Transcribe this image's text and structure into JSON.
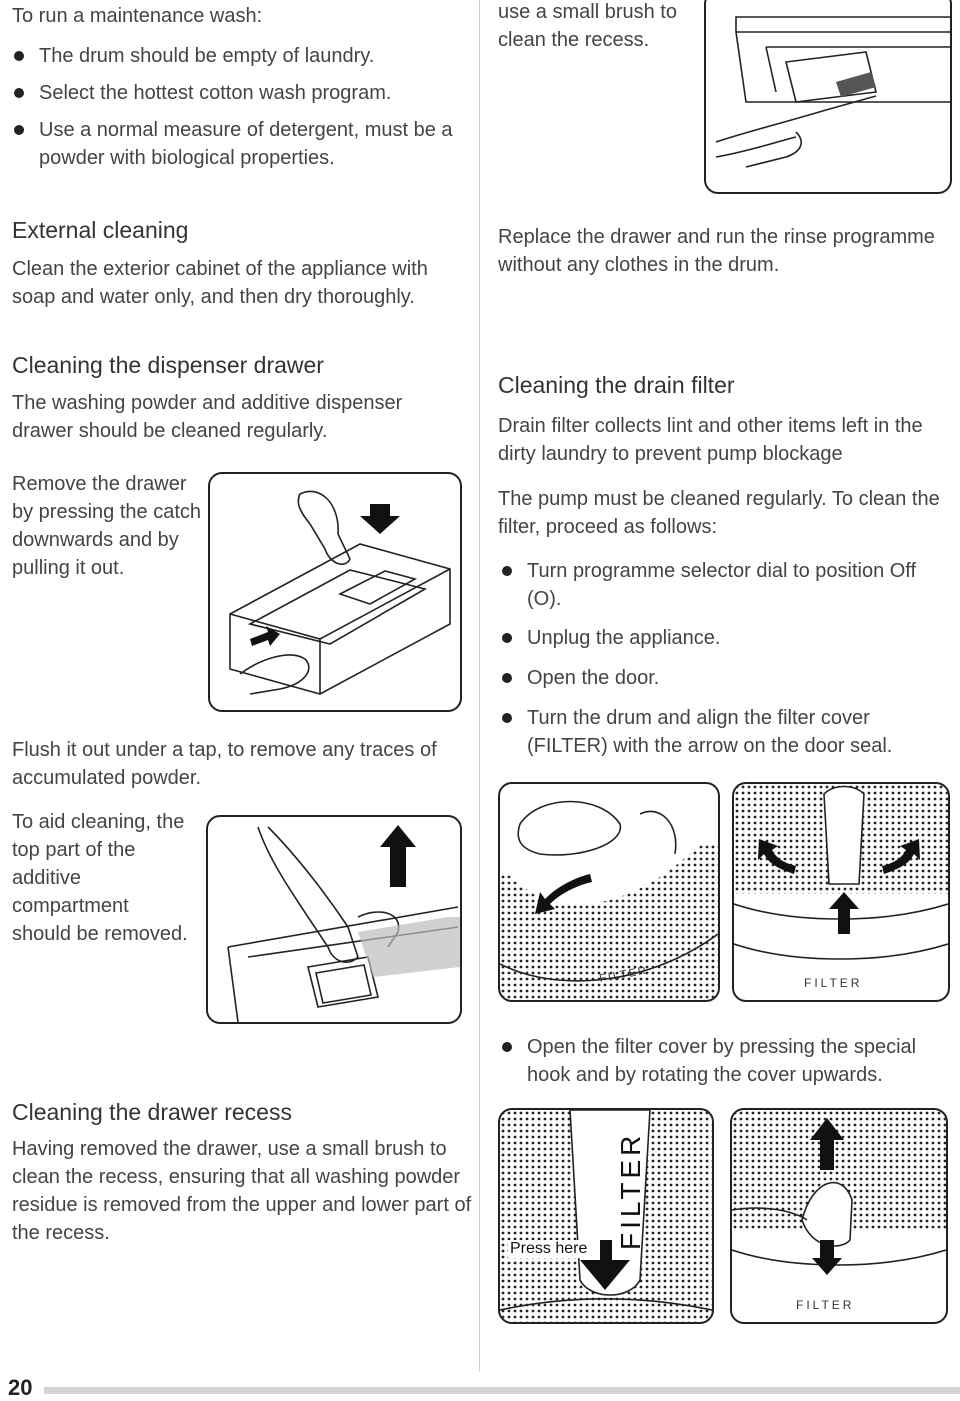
{
  "left": {
    "maintenance_intro": "To run a maintenance wash:",
    "maintenance_bullets": [
      "The drum should be empty of laundry.",
      "Select the hottest cotton wash program.",
      "Use a normal measure of detergent, must be a powder with biological properties."
    ],
    "external_heading": "External cleaning",
    "external_text": "Clean the exterior cabinet of the appliance with soap and water only, and then dry thoroughly.",
    "dispenser_heading": "Cleaning the dispenser drawer",
    "dispenser_text": "The washing powder and additive dispenser drawer should be cleaned regularly.",
    "remove_text": "Remove the drawer by pressing the catch downwards and by pulling it out.",
    "flush_text": "Flush it out under a tap, to remove any traces of accumulated powder.",
    "aid_text": "To aid cleaning, the top part of the additive compartment should be removed.",
    "recess_heading": "Cleaning the drawer recess",
    "recess_text": "Having removed the drawer, use a small brush to clean the recess, ensuring that all washing powder residue is removed from the upper and lower part of the recess."
  },
  "right": {
    "brush_text": "use a small brush to clean the recess.",
    "replace_text": "Replace the drawer and run the rinse programme without any clothes in the drum.",
    "drain_heading": "Cleaning the drain filter",
    "drain_text": "Drain filter collects lint and other items left in the dirty laundry to prevent pump blockage",
    "pump_text": "The pump must be cleaned regularly. To clean the filter, proceed as follows:",
    "steps": [
      "Turn programme selector dial to position Off (O).",
      "Unplug the appliance.",
      "Open the door.",
      "Turn the drum and align the filter cover (FILTER) with the arrow on the door seal."
    ],
    "open_cover_step": "Open the filter cover by pressing the special hook and by rotating the cover upwards.",
    "filter_label": "FILTER",
    "press_here": "Press here"
  },
  "footer": {
    "page_number": "20"
  },
  "colors": {
    "text": "#444444",
    "line": "#222222",
    "rule": "#d4d4d4"
  }
}
